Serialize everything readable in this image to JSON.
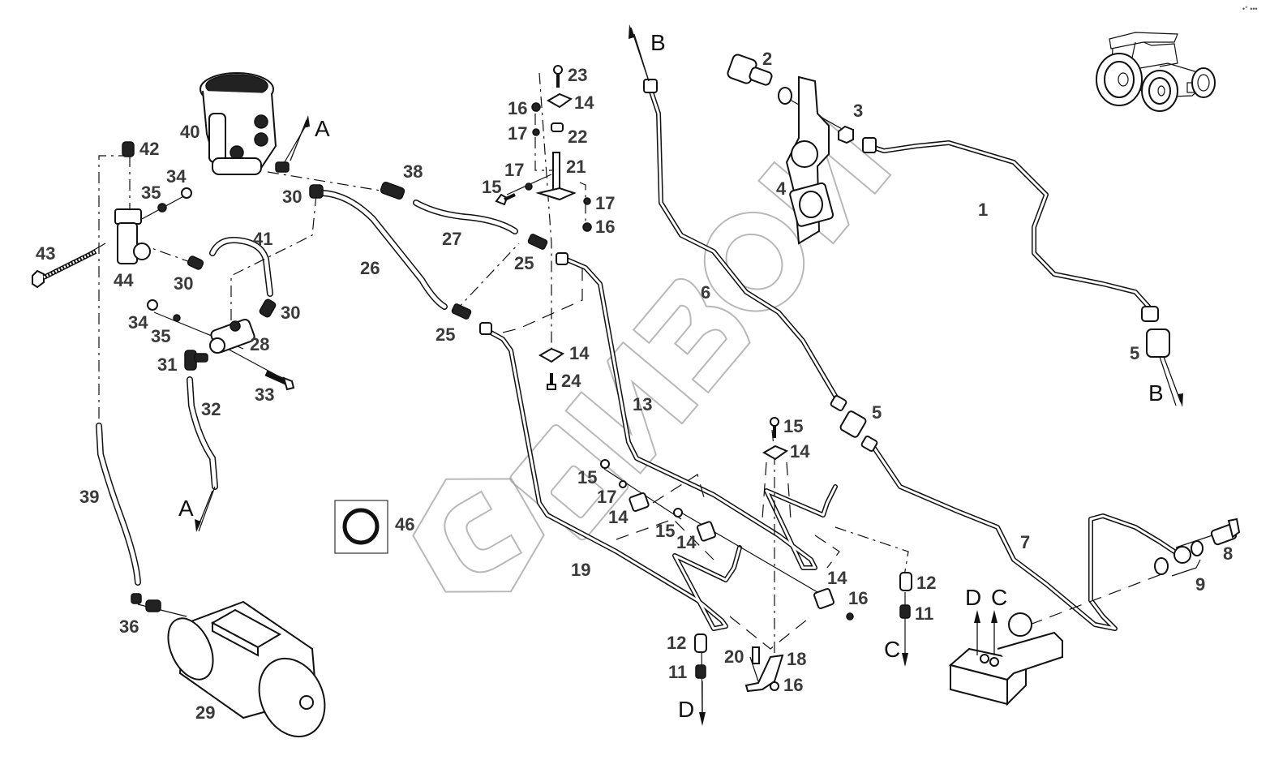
{
  "diagram": {
    "title": "Tractor trailer air brake pneumatic circuit exploded view",
    "watermark_text": "БИЗОН",
    "corner_marks": "•°  •••",
    "part_labels": [
      {
        "id": "p1",
        "text": "1"
      },
      {
        "id": "p2",
        "text": "2"
      },
      {
        "id": "p3",
        "text": "3"
      },
      {
        "id": "p4",
        "text": "4"
      },
      {
        "id": "p5a",
        "text": "5"
      },
      {
        "id": "p5b",
        "text": "5"
      },
      {
        "id": "p6",
        "text": "6"
      },
      {
        "id": "p7",
        "text": "7"
      },
      {
        "id": "p8",
        "text": "8"
      },
      {
        "id": "p9",
        "text": "9"
      },
      {
        "id": "p11a",
        "text": "11"
      },
      {
        "id": "p11b",
        "text": "11"
      },
      {
        "id": "p12a",
        "text": "12"
      },
      {
        "id": "p12b",
        "text": "12"
      },
      {
        "id": "p13",
        "text": "13"
      },
      {
        "id": "p14a",
        "text": "14"
      },
      {
        "id": "p14b",
        "text": "14"
      },
      {
        "id": "p14c",
        "text": "14"
      },
      {
        "id": "p14d",
        "text": "14"
      },
      {
        "id": "p14e",
        "text": "14"
      },
      {
        "id": "p14f",
        "text": "14"
      },
      {
        "id": "p15a",
        "text": "15"
      },
      {
        "id": "p15b",
        "text": "15"
      },
      {
        "id": "p15c",
        "text": "15"
      },
      {
        "id": "p15d",
        "text": "15"
      },
      {
        "id": "p16a",
        "text": "16"
      },
      {
        "id": "p16b",
        "text": "16"
      },
      {
        "id": "p16c",
        "text": "16"
      },
      {
        "id": "p16d",
        "text": "16"
      },
      {
        "id": "p17a",
        "text": "17"
      },
      {
        "id": "p17b",
        "text": "17"
      },
      {
        "id": "p17c",
        "text": "17"
      },
      {
        "id": "p17d",
        "text": "17"
      },
      {
        "id": "p18",
        "text": "18"
      },
      {
        "id": "p19",
        "text": "19"
      },
      {
        "id": "p20",
        "text": "20"
      },
      {
        "id": "p21",
        "text": "21"
      },
      {
        "id": "p22",
        "text": "22"
      },
      {
        "id": "p23",
        "text": "23"
      },
      {
        "id": "p24",
        "text": "24"
      },
      {
        "id": "p25a",
        "text": "25"
      },
      {
        "id": "p25b",
        "text": "25"
      },
      {
        "id": "p26",
        "text": "26"
      },
      {
        "id": "p27",
        "text": "27"
      },
      {
        "id": "p28",
        "text": "28"
      },
      {
        "id": "p29",
        "text": "29"
      },
      {
        "id": "p30a",
        "text": "30"
      },
      {
        "id": "p30b",
        "text": "30"
      },
      {
        "id": "p30c",
        "text": "30"
      },
      {
        "id": "p31",
        "text": "31"
      },
      {
        "id": "p32",
        "text": "32"
      },
      {
        "id": "p33",
        "text": "33"
      },
      {
        "id": "p34a",
        "text": "34"
      },
      {
        "id": "p34b",
        "text": "34"
      },
      {
        "id": "p35a",
        "text": "35"
      },
      {
        "id": "p35b",
        "text": "35"
      },
      {
        "id": "p36",
        "text": "36"
      },
      {
        "id": "p38",
        "text": "38"
      },
      {
        "id": "p39",
        "text": "39"
      },
      {
        "id": "p40",
        "text": "40"
      },
      {
        "id": "p41",
        "text": "41"
      },
      {
        "id": "p42",
        "text": "42"
      },
      {
        "id": "p43",
        "text": "43"
      },
      {
        "id": "p44",
        "text": "44"
      },
      {
        "id": "p46",
        "text": "46"
      }
    ],
    "connection_markers": [
      {
        "id": "a_top",
        "text": "A"
      },
      {
        "id": "a_bottom",
        "text": "A"
      },
      {
        "id": "b_top",
        "text": "B"
      },
      {
        "id": "b_right",
        "text": "B"
      },
      {
        "id": "c_bottom",
        "text": "C"
      },
      {
        "id": "c_valve",
        "text": "C"
      },
      {
        "id": "d_bottom",
        "text": "D"
      },
      {
        "id": "d_valve",
        "text": "D"
      }
    ]
  }
}
